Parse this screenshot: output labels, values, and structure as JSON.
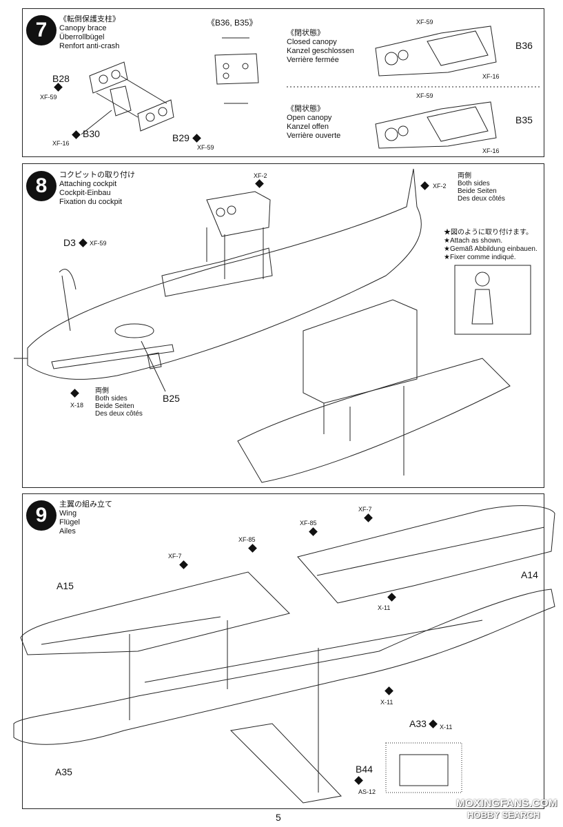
{
  "step7": {
    "number": "7",
    "title": [
      "《転倒保護支柱》",
      "Canopy brace",
      "Überrollbügel",
      "Renfort anti-crash"
    ],
    "parts_header": "《B36, B35》",
    "closed": [
      "《閉状態》",
      "Closed canopy",
      "Kanzel geschlossen",
      "Verrière fermée"
    ],
    "open": [
      "《開状態》",
      "Open canopy",
      "Kanzel offen",
      "Verrière ouverte"
    ],
    "labels": {
      "b28": "B28",
      "b30": "B30",
      "b29": "B29",
      "b36": "B36",
      "b35": "B35"
    },
    "paints": {
      "xf59": "XF-59",
      "xf16": "XF-16"
    }
  },
  "step8": {
    "number": "8",
    "title": [
      "コクピットの取り付け",
      "Attaching cockpit",
      "Cockpit-Einbau",
      "Fixation du cockpit"
    ],
    "labels": {
      "d3": "D3",
      "b25": "B25"
    },
    "paints": {
      "xf2": "XF-2",
      "xf59": "XF-59",
      "x18": "X-18"
    },
    "both_sides": [
      "両側",
      "Both sides",
      "Beide Seiten",
      "Des deux côtés"
    ],
    "attach_note": [
      "★図のように取り付けます。",
      "★Attach as shown.",
      "★Gemäß Abbildung einbauen.",
      "★Fixer comme indiqué."
    ]
  },
  "step9": {
    "number": "9",
    "title": [
      "主翼の組み立て",
      "Wing",
      "Flügel",
      "Ailes"
    ],
    "labels": {
      "a15": "A15",
      "a14": "A14",
      "a35": "A35",
      "a33": "A33",
      "b44": "B44"
    },
    "paints": {
      "xf7": "XF-7",
      "xf85": "XF-85",
      "x11": "X-11",
      "as12": "AS-12"
    }
  },
  "page_number": "5",
  "watermark": {
    "line1": "MOXINGFANS.COM",
    "line2": "HOBBY SEARCH"
  }
}
